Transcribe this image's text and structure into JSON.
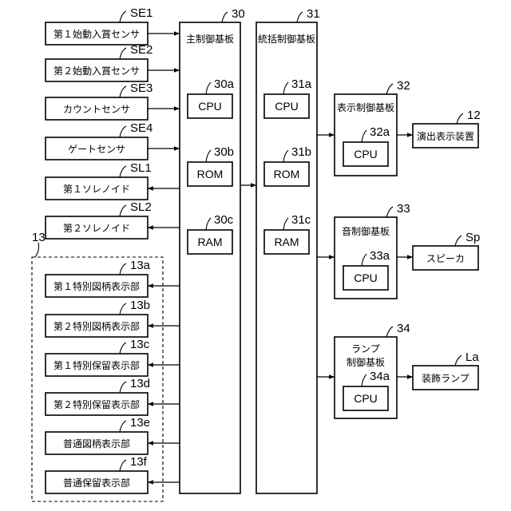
{
  "sensors": [
    {
      "ref": "SE1",
      "label": "第１始動入賞センサ"
    },
    {
      "ref": "SE2",
      "label": "第２始動入賞センサ"
    },
    {
      "ref": "SE3",
      "label": "カウントセンサ"
    },
    {
      "ref": "SE4",
      "label": "ゲートセンサ"
    }
  ],
  "solenoids": [
    {
      "ref": "SL1",
      "label": "第１ソレノイド"
    },
    {
      "ref": "SL2",
      "label": "第２ソレノイド"
    }
  ],
  "display_group": {
    "ref": "13",
    "items": [
      {
        "ref": "13a",
        "label": "第１特別図柄表示部"
      },
      {
        "ref": "13b",
        "label": "第２特別図柄表示部"
      },
      {
        "ref": "13c",
        "label": "第１特別保留表示部"
      },
      {
        "ref": "13d",
        "label": "第２特別保留表示部"
      },
      {
        "ref": "13e",
        "label": "普通図柄表示部"
      },
      {
        "ref": "13f",
        "label": "普通保留表示部"
      }
    ]
  },
  "main_board": {
    "ref": "30",
    "label": "主制御基板",
    "chips": [
      {
        "ref": "30a",
        "label": "CPU"
      },
      {
        "ref": "30b",
        "label": "ROM"
      },
      {
        "ref": "30c",
        "label": "RAM"
      }
    ]
  },
  "integrated_board": {
    "ref": "31",
    "label": "統括制御基板",
    "chips": [
      {
        "ref": "31a",
        "label": "CPU"
      },
      {
        "ref": "31b",
        "label": "ROM"
      },
      {
        "ref": "31c",
        "label": "RAM"
      }
    ]
  },
  "sub_boards": [
    {
      "ref": "32",
      "label_lines": [
        "表示制御基板"
      ],
      "chip": {
        "ref": "32a",
        "label": "CPU"
      },
      "output": {
        "ref": "12",
        "label": "演出表示装置"
      }
    },
    {
      "ref": "33",
      "label_lines": [
        "音制御基板"
      ],
      "chip": {
        "ref": "33a",
        "label": "CPU"
      },
      "output": {
        "ref": "Sp",
        "label": "スピーカ"
      }
    },
    {
      "ref": "34",
      "label_lines": [
        "ランプ",
        "制御基板"
      ],
      "chip": {
        "ref": "34a",
        "label": "CPU"
      },
      "output": {
        "ref": "La",
        "label": "装飾ランプ"
      }
    }
  ]
}
